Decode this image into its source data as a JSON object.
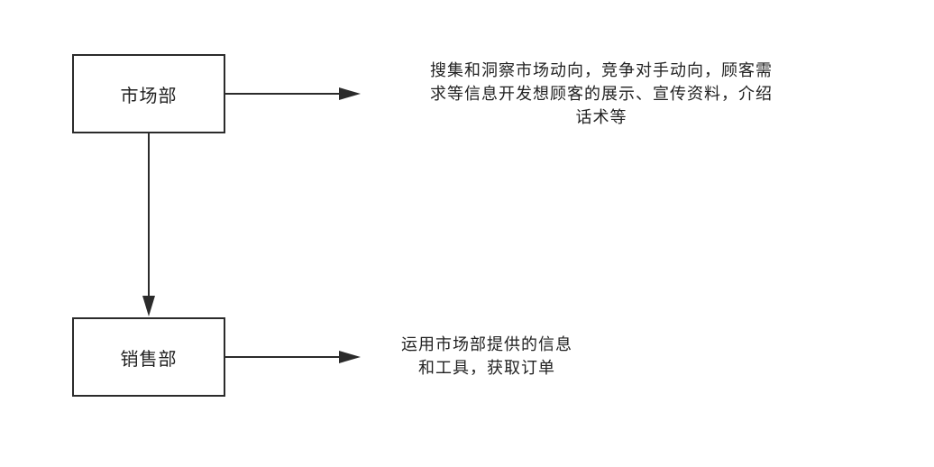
{
  "nodes": {
    "market": {
      "label": "市场部"
    },
    "sales": {
      "label": "销售部"
    }
  },
  "descriptions": {
    "market": {
      "lines": [
        "搜集和洞察市场动向，竞争对手动向，顾客需",
        "求等信息开发想顾客的展示、宣传资料，介绍",
        "话术等"
      ]
    },
    "sales": {
      "lines": [
        "运用市场部提供的信息",
        "和工具，获取订单"
      ]
    }
  },
  "colors": {
    "line": "#2b2b2b",
    "text": "#222222"
  }
}
